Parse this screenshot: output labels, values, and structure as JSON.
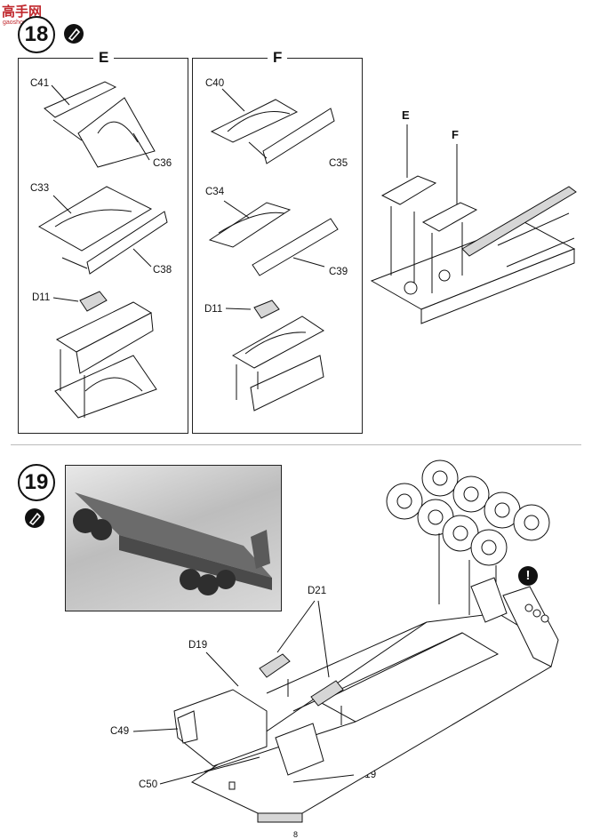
{
  "watermark": {
    "text": "高手网",
    "subtext": "gaoshou.net"
  },
  "step18": {
    "number": "18",
    "panel_e": {
      "title": "E",
      "labels": [
        "C41",
        "C36",
        "C33",
        "C38",
        "D11"
      ]
    },
    "panel_f": {
      "title": "F",
      "labels": [
        "C40",
        "C35",
        "C34",
        "C39",
        "D11"
      ]
    },
    "overview": {
      "label_e": "E",
      "label_f": "F"
    }
  },
  "step19": {
    "number": "19",
    "callouts": [
      "D21",
      "D19",
      "C49",
      "C50",
      "D19"
    ],
    "warning_icon": "exclamation-icon"
  },
  "page_number": "8"
}
